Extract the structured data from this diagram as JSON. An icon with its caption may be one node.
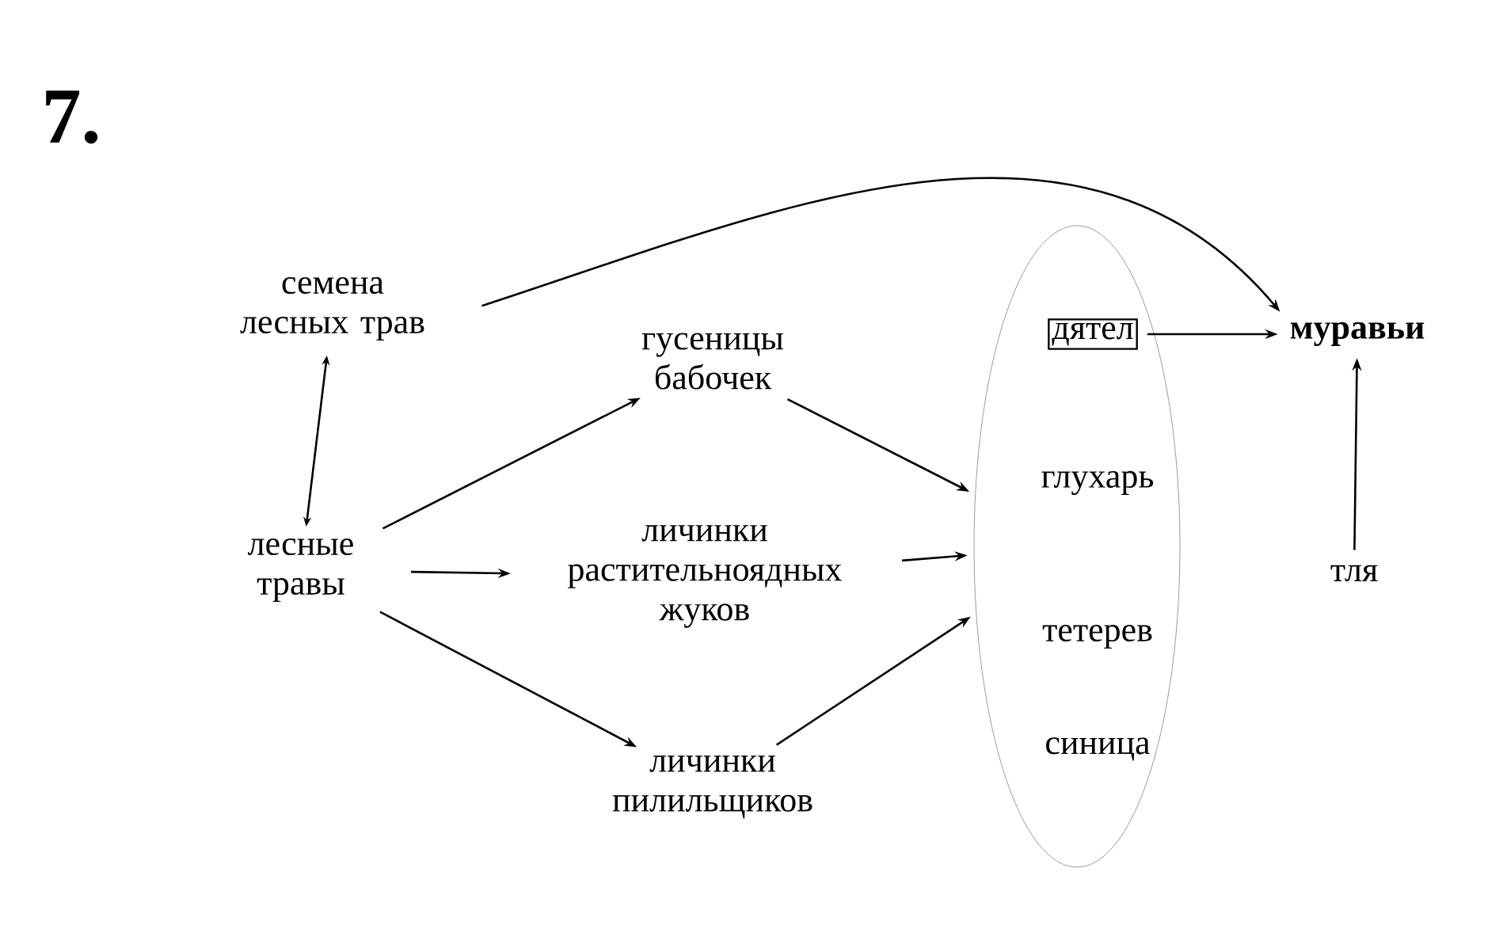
{
  "diagram": {
    "nodes": [
      {
        "text": [
          "семена лесных трав"
        ]
      },
      {
        "text": [
          "лесные травы"
        ]
      },
      {
        "text": [
          "гусеницы бабочек"
        ]
      },
      {
        "text": [
          "личинки растительноядных жуков"
        ]
      },
      {
        "text": [
          "личинки пилильщиков"
        ]
      },
      {
        "text": [],
        "shape": "ellipse"
      },
      {
        "text": [
          "дятел"
        ],
        "in": 5
      },
      {
        "text": [
          "глухарь"
        ],
        "in": 5
      },
      {
        "text": [
          "тетерев"
        ],
        "in": 5
      },
      {
        "text": [
          "синица"
        ],
        "in": 5
      },
      {
        "text": [
          "муравьи"
        ]
      },
      {
        "text": [
          "тля"
        ]
      }
    ],
    "edges": [
      {
        "from": 0,
        "to": 10,
        "arrow": "to"
      },
      {
        "from": 0,
        "to": 1,
        "arrow": "both"
      },
      {
        "from": 1,
        "to": 2,
        "arrow": "to"
      },
      {
        "from": 1,
        "to": 3,
        "arrow": "to"
      },
      {
        "from": 1,
        "to": 4,
        "arrow": "to"
      },
      {
        "from": 2,
        "to": 5,
        "arrow": "to"
      },
      {
        "from": 3,
        "to": 5,
        "arrow": "to"
      },
      {
        "from": 4,
        "to": 5,
        "arrow": "to"
      },
      {
        "from": 6,
        "to": 10,
        "arrow": "to"
      },
      {
        "from": 11,
        "to": 10,
        "arrow": "to"
      }
    ],
    "labels": [
      "7."
    ]
  }
}
